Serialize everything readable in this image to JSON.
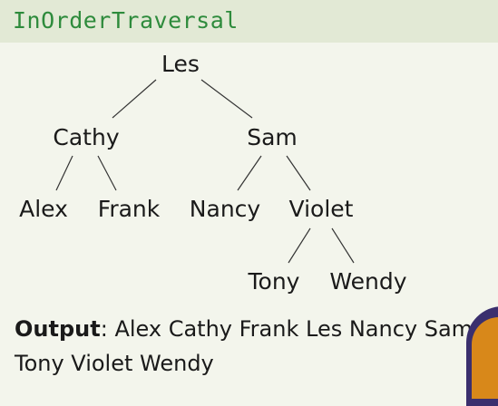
{
  "slide": {
    "title": "InOrderTraversal"
  },
  "tree": {
    "nodes": {
      "les": "Les",
      "cathy": "Cathy",
      "sam": "Sam",
      "alex": "Alex",
      "frank": "Frank",
      "nancy": "Nancy",
      "violet": "Violet",
      "tony": "Tony",
      "wendy": "Wendy"
    }
  },
  "output": {
    "label": "Output",
    "separator": ":",
    "line1": "Alex Cathy Frank Les Nancy Sam",
    "line2": "Tony Violet Wendy"
  }
}
